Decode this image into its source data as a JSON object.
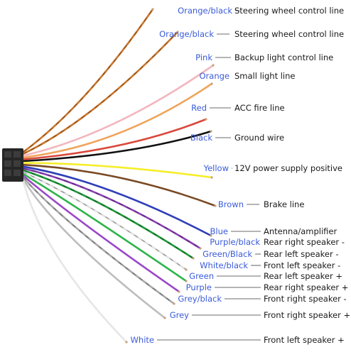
{
  "wires": [
    {
      "color_label": "Orange/black",
      "function": "Steering wheel control line",
      "stroke": "#c9762d",
      "stripe": "#3b1f0a"
    },
    {
      "color_label": "Orange/black",
      "function": "Steering wheel control line",
      "stroke": "#c9762d",
      "stripe": "#3b1f0a"
    },
    {
      "color_label": "Pink",
      "function": "Backup light control line",
      "stroke": "#f2b6bd"
    },
    {
      "color_label": "Orange",
      "function": "Small light line",
      "stroke": "#f0a45c"
    },
    {
      "color_label": "Red",
      "function": "ACC fire line",
      "stroke": "#d9483b"
    },
    {
      "color_label": "Black",
      "function": "Ground wire",
      "stroke": "#111111"
    },
    {
      "color_label": "Yellow",
      "function": "12V power supply positive",
      "stroke": "#f5ee2a"
    },
    {
      "color_label": "Brown",
      "function": "Brake line",
      "stroke": "#7a4a24"
    },
    {
      "color_label": "Blue",
      "function": "Antenna/amplifier",
      "stroke": "#2f3fb8"
    },
    {
      "color_label": "Purple/black",
      "function": "Rear right speaker -",
      "stroke": "#8a3fb5",
      "stripe": "#111111"
    },
    {
      "color_label": "Green/Black",
      "function": "Rear left speaker -",
      "stroke": "#1f9a3a",
      "stripe": "#111111"
    },
    {
      "color_label": "White/black",
      "function": "Front left speaker -",
      "stroke": "#e2e2e2",
      "stripe": "#222222"
    },
    {
      "color_label": "Green",
      "function": "Rear left speaker +",
      "stroke": "#2db34a"
    },
    {
      "color_label": "Purple",
      "function": "Rear right speaker +",
      "stroke": "#9b47c9"
    },
    {
      "color_label": "Grey/black",
      "function": "Front right speaker -",
      "stroke": "#a9a9a9",
      "stripe": "#222222"
    },
    {
      "color_label": "Grey",
      "function": "Front right speaker +",
      "stroke": "#bdbdbd"
    },
    {
      "color_label": "White",
      "function": "Front left speaker +",
      "stroke": "#e6e6e6"
    }
  ],
  "colors": {
    "label_text": "#3a5bd9",
    "function_text": "#1a1a1a",
    "connector": "#262626",
    "leader_line": "#3a3a3a"
  }
}
